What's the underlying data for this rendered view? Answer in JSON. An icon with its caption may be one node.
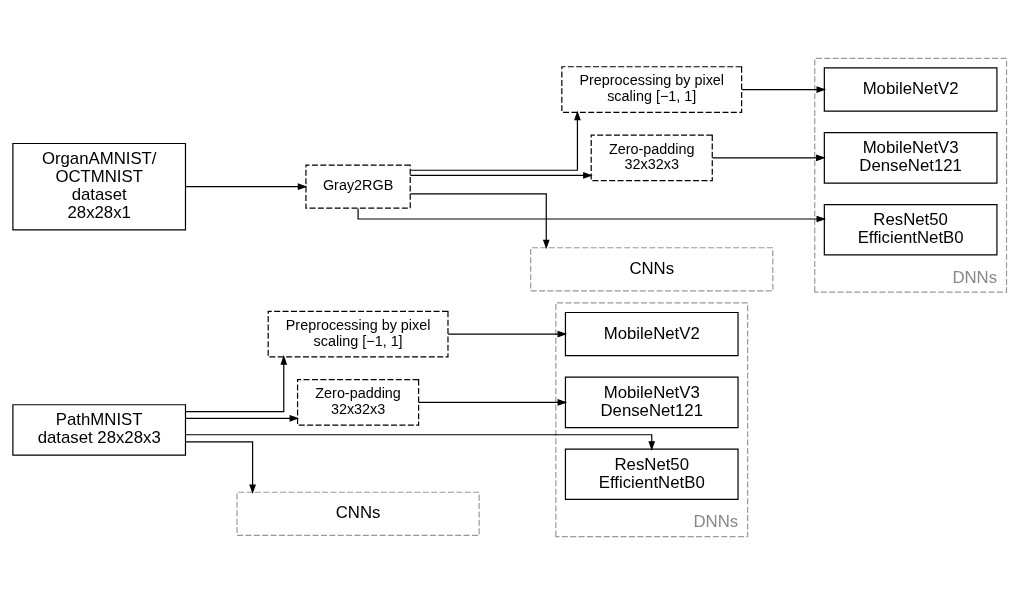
{
  "diagram": {
    "nodes": [
      {
        "text": [
          "PathMNIST dataset 28x28x3"
        ]
      },
      {
        "text": [
          "Preprocessing by pixel scaling [−1, 1]"
        ]
      },
      {
        "text": [
          "Zero-padding 32x32x3"
        ]
      },
      {
        "text": [
          "DNNs"
        ]
      },
      {
        "text": [
          "MobileNetV2"
        ],
        "in": 3
      },
      {
        "text": [
          "MobileNetV3 DenseNet121"
        ],
        "in": 3
      },
      {
        "text": [
          "ResNet50 EfficientNetB0"
        ],
        "in": 3
      },
      {
        "text": [
          "CNNs"
        ]
      },
      {
        "text": [
          "OrganAMNIST/ OCTMNIST dataset 28x28x1"
        ]
      },
      {
        "text": [
          "Gray2RGB"
        ]
      },
      {
        "text": [
          "Preprocessing by pixel scaling [−1, 1]"
        ]
      },
      {
        "text": [
          "Zero-padding 32x32x3"
        ]
      },
      {
        "text": [
          "DNNs"
        ]
      },
      {
        "text": [
          "MobileNetV2"
        ],
        "in": 12
      },
      {
        "text": [
          "MobileNetV3 DenseNet121"
        ],
        "in": 12
      },
      {
        "text": [
          "ResNet50 EfficientNetB0"
        ],
        "in": 12
      },
      {
        "text": [
          "CNNs"
        ]
      }
    ],
    "edges": [
      {
        "from": 0,
        "to": 1,
        "arrow": "to"
      },
      {
        "from": 0,
        "to": 2,
        "arrow": "to"
      },
      {
        "from": 0,
        "to": 6,
        "arrow": "to"
      },
      {
        "from": 0,
        "to": 7,
        "arrow": "to"
      },
      {
        "from": 1,
        "to": 4,
        "arrow": "to"
      },
      {
        "from": 2,
        "to": 5,
        "arrow": "to"
      },
      {
        "from": 8,
        "to": 9,
        "arrow": "to"
      },
      {
        "from": 9,
        "to": 10,
        "arrow": "to"
      },
      {
        "from": 9,
        "to": 11,
        "arrow": "to"
      },
      {
        "from": 9,
        "to": 15,
        "arrow": "to"
      },
      {
        "from": 9,
        "to": 16,
        "arrow": "to"
      },
      {
        "from": 10,
        "to": 13,
        "arrow": "to"
      },
      {
        "from": 11,
        "to": 14,
        "arrow": "to"
      }
    ]
  }
}
